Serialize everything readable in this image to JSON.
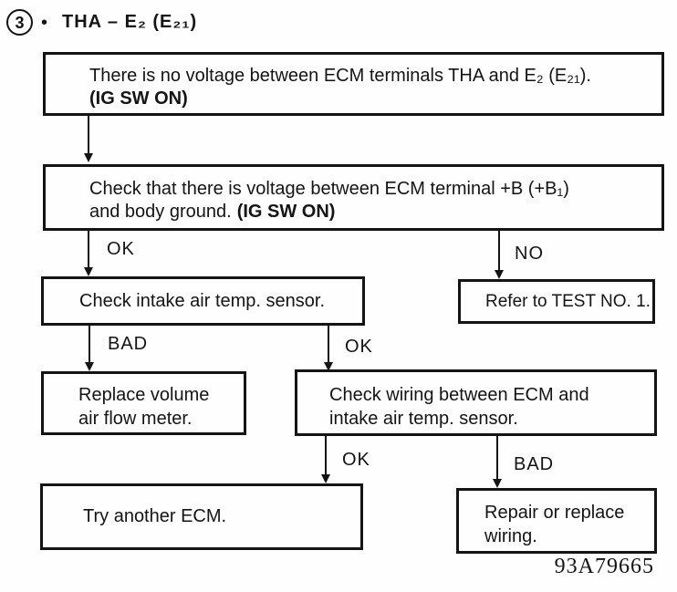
{
  "page": {
    "step_number": "3",
    "bullet": "•",
    "title": "THA – E₂ (E₂₁)",
    "figure_code": "93A79665"
  },
  "nodes": {
    "symptom": {
      "line1": "There is no voltage between ECM terminals THA and E₂ (E₂₁).",
      "line2_bold": "(IG SW ON)"
    },
    "check_b_voltage": {
      "line1": "Check that there is voltage between ECM terminal +B (+B₁)",
      "line2": "and body ground.",
      "line2_bold": "(IG SW ON)"
    },
    "check_sensor": {
      "text": "Check intake air temp. sensor."
    },
    "refer_test": {
      "text": "Refer to TEST NO. 1."
    },
    "replace_afm": {
      "line1": "Replace volume",
      "line2": "air flow meter."
    },
    "check_wiring": {
      "line1": "Check wiring between ECM and",
      "line2": "intake air temp. sensor."
    },
    "try_ecm": {
      "text": "Try another ECM."
    },
    "repair_wiring": {
      "line1": "Repair or replace",
      "line2": "wiring."
    }
  },
  "edge_labels": {
    "voltage_ok": "OK",
    "voltage_no": "NO",
    "sensor_bad": "BAD",
    "sensor_ok": "OK",
    "wiring_ok": "OK",
    "wiring_bad": "BAD"
  }
}
